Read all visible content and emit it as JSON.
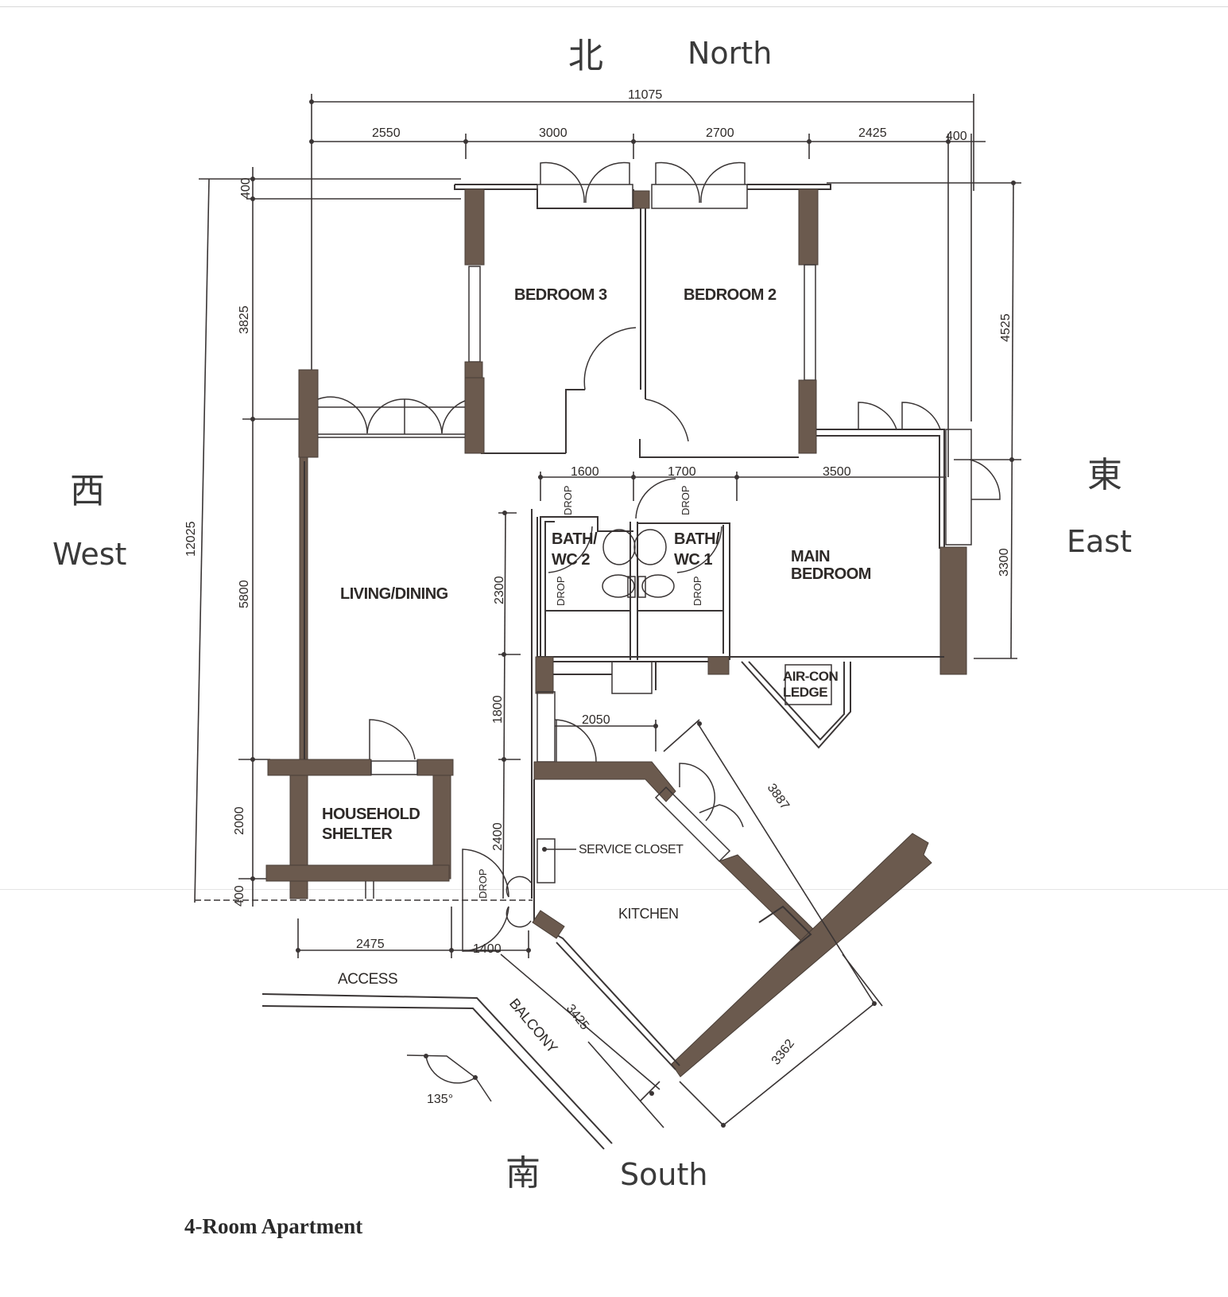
{
  "compass": {
    "north": {
      "cn": "北",
      "en": "North"
    },
    "south": {
      "cn": "南",
      "en": "South"
    },
    "east": {
      "cn": "東",
      "en": "East"
    },
    "west": {
      "cn": "西",
      "en": "West"
    }
  },
  "title": "4-Room Apartment",
  "rooms": {
    "bedroom3": "BEDROOM 3",
    "bedroom2": "BEDROOM 2",
    "living_dining": "LIVING/DINING",
    "bath_wc2_line1": "BATH/",
    "bath_wc2_line2": "WC 2",
    "bath_wc1_line1": "BATH/",
    "bath_wc1_line2": "WC 1",
    "main_bedroom_line1": "MAIN",
    "main_bedroom_line2": "BEDROOM",
    "aircon_line1": "AIR-CON",
    "aircon_line2": "LEDGE",
    "shelter_line1": "HOUSEHOLD",
    "shelter_line2": "SHELTER",
    "service_closet": "SERVICE CLOSET",
    "kitchen": "KITCHEN",
    "access": "ACCESS",
    "balcony": "BALCONY"
  },
  "annotations": {
    "drop_1": "DROP",
    "drop_2": "DROP",
    "drop_3": "DROP",
    "drop_4": "DROP",
    "drop_5": "DROP",
    "angle": "135°"
  },
  "dimensions": {
    "top_overall": "11075",
    "top_segments": [
      "2550",
      "3000",
      "2700",
      "2425",
      "400"
    ],
    "left_overall": "12025",
    "left_segments": [
      "400",
      "3825",
      "5800",
      "2000",
      "400"
    ],
    "right_segments": [
      "4525",
      "3300"
    ],
    "bath_segments": [
      "1600",
      "1700",
      "3500"
    ],
    "inner_vertical": [
      "2300",
      "1800",
      "2400"
    ],
    "kitchen_width": "2050",
    "kitchen_diag": "3887",
    "balcony_diag": "3425",
    "balcony_width": "3362",
    "access_width": "2475",
    "entry_width": "1400"
  }
}
